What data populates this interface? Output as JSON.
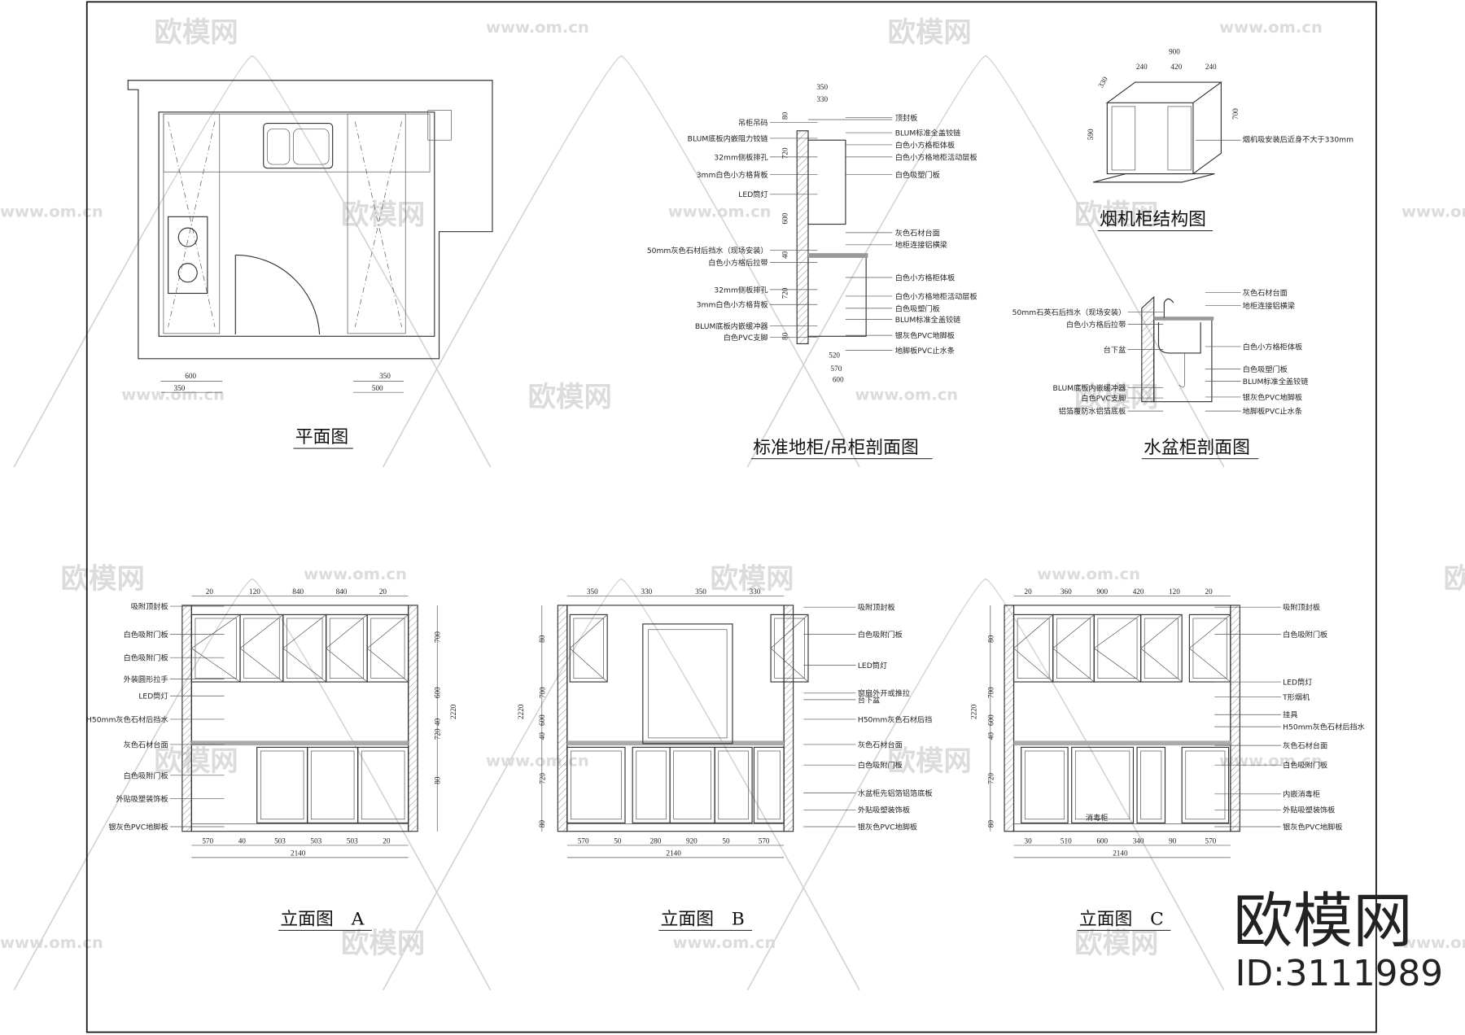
{
  "watermark": {
    "brand": "欧模网",
    "url": "www.om.cn",
    "id": "ID:3111989"
  },
  "titles": {
    "plan": "平面图",
    "std_section": "标准地柜/吊柜剖面图",
    "hood_cabinet": "烟机柜结构图",
    "sink_section": "水盆柜剖面图",
    "elev_a": "立面图　A",
    "elev_b": "立面图　B",
    "elev_c": "立面图　C"
  },
  "plan": {
    "dims": [
      "600",
      "350",
      "350",
      "500"
    ]
  },
  "std_section": {
    "left_labels": [
      "吊柜吊码",
      "BLUM底板内嵌阻力铰链",
      "32mm侧板排孔",
      "3mm白色小方格背板",
      "LED筒灯",
      "50mm灰色石材后挡水（现场安装）",
      "白色小方格后拉带",
      "32mm侧板排孔",
      "3mm白色小方格背板",
      "BLUM底板内嵌缓冲器",
      "白色PVC支脚"
    ],
    "right_labels": [
      "顶封板",
      "BLUM标准全盖铰链",
      "白色小方格柜体板",
      "白色小方格地柜活动层板",
      "白色吸塑门板",
      "灰色石材台面",
      "地柜连接铝横梁",
      "白色小方格柜体板",
      "白色小方格地柜活动层板",
      "白色吸塑门板",
      "BLUM标准全盖铰链",
      "银灰色PVC地脚板",
      "地脚板PVC止水条"
    ],
    "dims": [
      "350",
      "330",
      "80",
      "720",
      "600",
      "40",
      "720",
      "80",
      "520",
      "570",
      "600"
    ]
  },
  "hood_cabinet": {
    "dims": [
      "900",
      "240",
      "420",
      "240",
      "330",
      "590",
      "700"
    ],
    "note": "烟机吸安装后近身不大于330mm"
  },
  "sink_section": {
    "left_labels": [
      "50mm石英石后挡水（现场安装）",
      "白色小方格后拉带",
      "台下盆",
      "BLUM底板内嵌缓冲器",
      "白色PVC支脚",
      "铝箔覆防水铝箔底板"
    ],
    "right_labels": [
      "灰色石材台面",
      "地柜连接铝横梁",
      "白色小方格柜体板",
      "白色吸塑门板",
      "BLUM标准全盖铰链",
      "银灰色PVC地脚板",
      "地脚板PVC止水条"
    ]
  },
  "elev_a": {
    "left_labels": [
      "吸附顶封板",
      "白色吸附门板",
      "白色吸附门板",
      "外装圆形拉手",
      "LED筒灯",
      "H50mm灰色石材后挡水",
      "灰色石材台面",
      "白色吸附门板",
      "外贴吸塑装饰板",
      "银灰色PVC地脚板"
    ],
    "top_dims": [
      "20",
      "120",
      "840",
      "840",
      "20"
    ],
    "bottom_dims": [
      "570",
      "40",
      "503",
      "503",
      "503",
      "20"
    ],
    "total": "2140",
    "side_dims": [
      "700",
      "600",
      "40",
      "720",
      "80"
    ],
    "height": "2220"
  },
  "elev_b": {
    "right_labels": [
      "吸附顶封板",
      "白色吸附门板",
      "LED筒灯",
      "窗扇外开或推拉",
      "台下盆",
      "H50mm灰色石材后挡",
      "灰色石材台面",
      "白色吸附门板",
      "水盆柜先铝箔铝箔底板",
      "外贴吸塑装饰板",
      "银灰色PVC地脚板"
    ],
    "top_dims": [
      "350",
      "330",
      "350",
      "330"
    ],
    "bottom_dims": [
      "570",
      "50",
      "280",
      "920",
      "50",
      "570"
    ],
    "total": "2140",
    "side_dims": [
      "80",
      "700",
      "600",
      "40",
      "720",
      "80"
    ],
    "height": "2220"
  },
  "elev_c": {
    "right_labels": [
      "吸附顶封板",
      "白色吸附门板",
      "LED筒灯",
      "T形烟机",
      "挂具",
      "H50mm灰色石材后挡水",
      "灰色石材台面",
      "白色吸附门板",
      "内嵌消毒柜",
      "外贴吸塑装饰板",
      "银灰色PVC地脚板"
    ],
    "top_dims": [
      "20",
      "360",
      "900",
      "420",
      "120",
      "20"
    ],
    "bottom_dims": [
      "30",
      "510",
      "600",
      "340",
      "90",
      "570"
    ],
    "total": "2140",
    "side_dims": [
      "80",
      "700",
      "600",
      "40",
      "720",
      "80"
    ],
    "height": "2220",
    "appliance": "消毒柜"
  }
}
